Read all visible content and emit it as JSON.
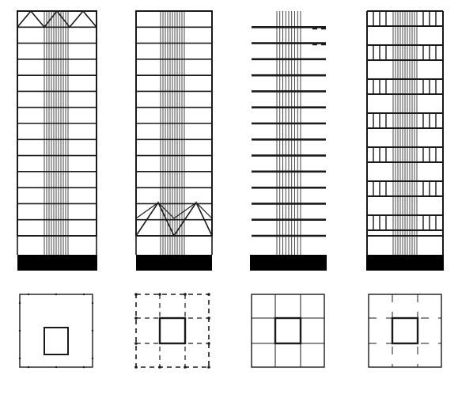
{
  "diagram": {
    "structures": [
      {
        "id": "top-belt-truss",
        "floors": 14,
        "core_lines": 11,
        "truss_at": "top"
      },
      {
        "id": "bottom-belt-truss",
        "floors": 14,
        "core_lines": 11,
        "truss_at": "bottom"
      },
      {
        "id": "core-cantilever-slabs",
        "floors": 14,
        "core_lines": 9
      },
      {
        "id": "multi-belt-outriggers",
        "floors": 14,
        "core_lines": 11,
        "belt_count": 7
      }
    ],
    "plans": [
      {
        "id": "plan-perimeter-columns",
        "grid": "edge-dots"
      },
      {
        "id": "plan-dashed-grid",
        "grid": "dashed"
      },
      {
        "id": "plan-solid-grid",
        "grid": "solid"
      },
      {
        "id": "plan-broken-grid",
        "grid": "broken"
      }
    ]
  },
  "colors": {
    "line": "#1a1a1a",
    "base": "#000000",
    "background": "#ffffff"
  }
}
